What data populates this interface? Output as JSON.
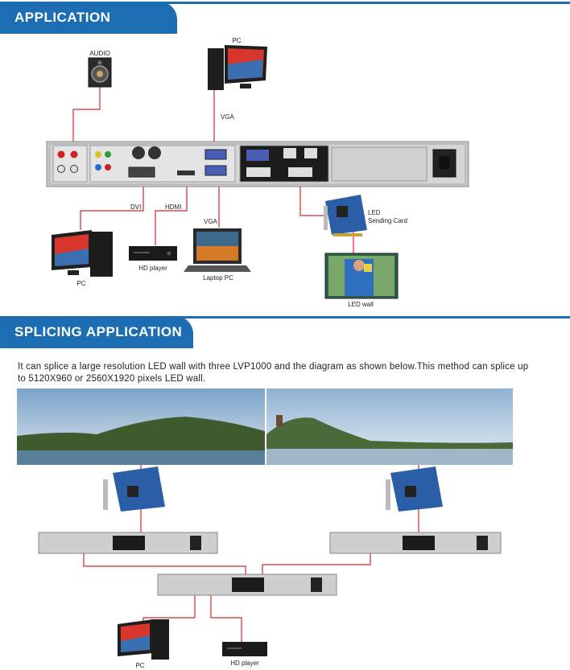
{
  "section1": {
    "title": "APPLICATION DIAGRAM"
  },
  "section2": {
    "title": "SPLICING APPLICATION"
  },
  "description": "It can splice a large resolution LED wall with three LVP1000 and the diagram as shown below.This method can splice up to 5120X960 or 2560X1920 pixels LED wall.",
  "labels": {
    "audio": "AUDIO",
    "pc_top": "PC",
    "vga_top": "VGA",
    "dvi": "DVI",
    "hdmi": "HDMI",
    "vga_mid": "VGA",
    "pc_bottom": "PC",
    "hd_player": "HD player",
    "laptop_pc": "Laptop PC",
    "led_sending_card_line1": "LED",
    "led_sending_card_line2": "Sending Card",
    "led_wall": "LED wall",
    "pc_splice": "PC",
    "hd_player_splice": "HD player"
  },
  "colors": {
    "brand_blue": "#1d6db3",
    "wire_red": "#d8262c"
  }
}
